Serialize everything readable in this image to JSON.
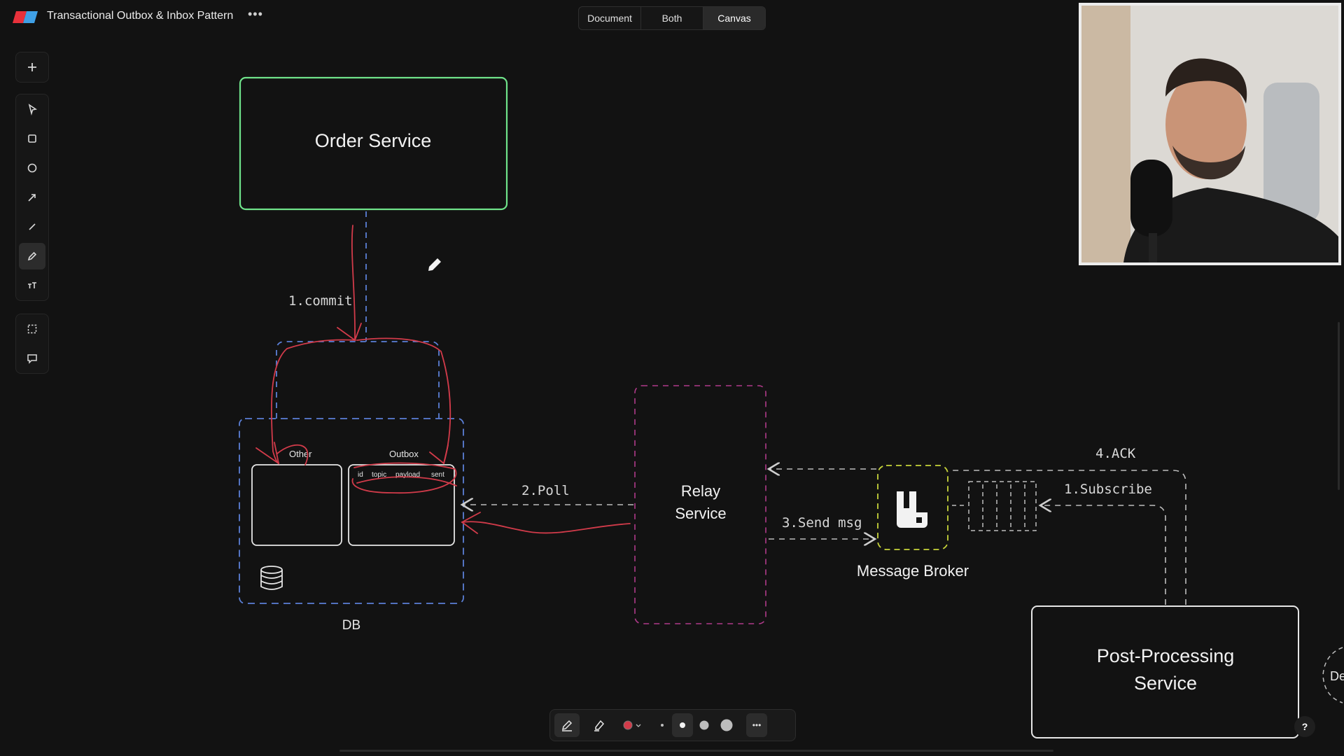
{
  "app": {
    "title": "Transactional Outbox & Inbox Pattern",
    "more_label": "•••",
    "brand_colors": [
      "#e8313b",
      "#3fa0e6"
    ]
  },
  "view_switch": {
    "options": [
      "Document",
      "Both",
      "Canvas"
    ],
    "active": "Canvas"
  },
  "toolbar": {
    "tools": [
      {
        "name": "add",
        "icon": "plus-icon"
      },
      {
        "name": "select",
        "icon": "cursor-arrow-icon"
      },
      {
        "name": "rectangle",
        "icon": "square-icon"
      },
      {
        "name": "ellipse",
        "icon": "circle-icon"
      },
      {
        "name": "arrow",
        "icon": "arrow-icon"
      },
      {
        "name": "line",
        "icon": "line-icon"
      },
      {
        "name": "pen",
        "icon": "pencil-icon",
        "active": true
      },
      {
        "name": "text",
        "icon": "text-size-icon"
      },
      {
        "name": "frame",
        "icon": "frame-icon"
      },
      {
        "name": "comment",
        "icon": "comment-icon"
      }
    ]
  },
  "diagram": {
    "order_service": "Order Service",
    "commit_label": "1.commit",
    "db_label": "DB",
    "other_table": "Other",
    "outbox_table": "Outbox",
    "outbox_columns": [
      "id",
      "topic",
      "payload",
      "sent"
    ],
    "poll_label": "2.Poll",
    "relay_service": [
      "Relay",
      "Service"
    ],
    "send_msg_label": "3.Send msg",
    "message_broker": "Message Broker",
    "ack_label": "4.ACK",
    "subscribe_label": "1.Subscribe",
    "post_processing_service": [
      "Post-Processing",
      "Service"
    ],
    "partial_right_label": "De",
    "colors": {
      "order_service_border": "#6fe38a",
      "db_border": "#5b7fd6",
      "relay_border": "#b03a8a",
      "broker_border": "#c7d43a",
      "annotation": "#d23b4a",
      "line": "#bdbdbd"
    }
  },
  "bottom_toolbar": {
    "tools": [
      "pen-icon",
      "highlighter-icon",
      "color-swatch-icon",
      "brush-size-xs",
      "brush-size-s",
      "brush-size-m",
      "brush-size-l",
      "more-icon"
    ],
    "more_label": "•••",
    "selected_color": "#d23b4a"
  },
  "help": {
    "label": "?"
  }
}
